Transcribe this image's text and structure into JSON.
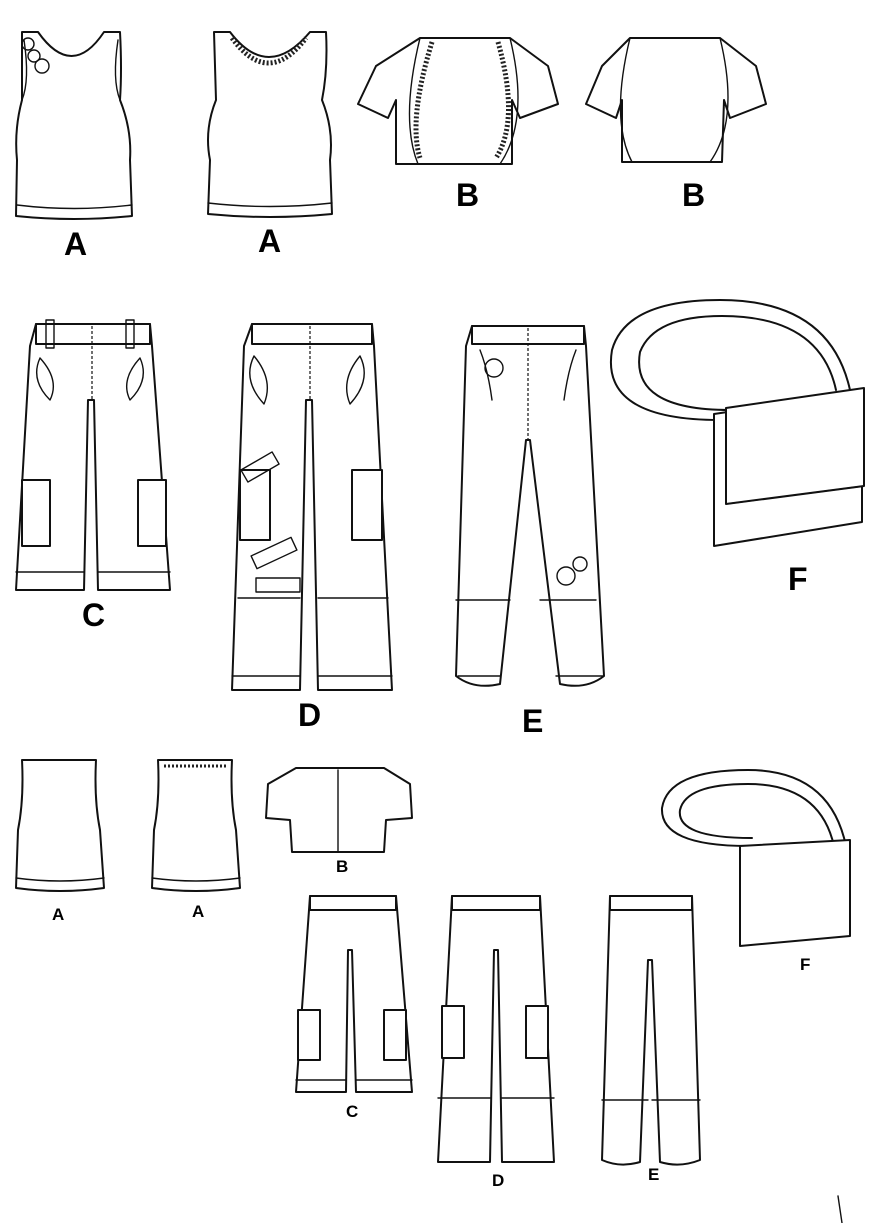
{
  "labels": {
    "top_tank_1": "A",
    "top_tank_2": "A",
    "bolero_1": "B",
    "bolero_2": "B",
    "pants_c": "C",
    "pants_d": "D",
    "pants_e": "E",
    "bag_f": "F",
    "back_tank_1": "A",
    "back_tank_2": "A",
    "back_bolero": "B",
    "back_pants_c": "C",
    "back_pants_d": "D",
    "back_pants_e": "E",
    "back_bag_f": "F"
  }
}
